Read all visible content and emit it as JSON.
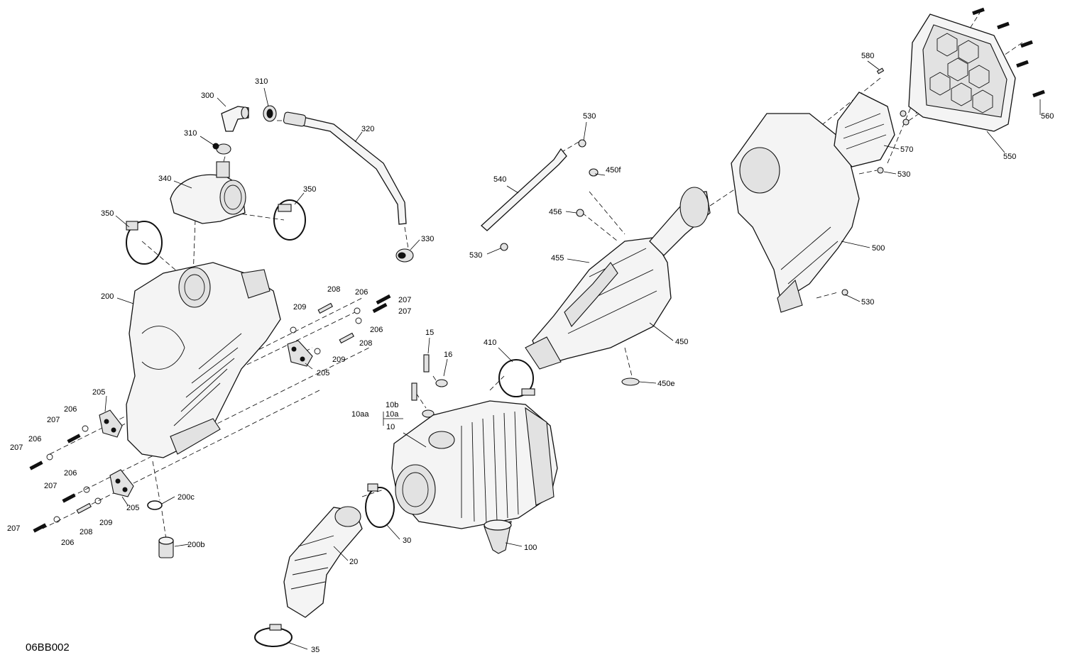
{
  "diagram": {
    "code": "06BB002",
    "labels": {
      "l300": "300",
      "l310a": "310",
      "l310b": "310",
      "l320": "320",
      "l330": "330",
      "l340": "340",
      "l350a": "350",
      "l350b": "350",
      "l200": "200",
      "l200b": "200b",
      "l200c": "200c",
      "l205a": "205",
      "l205b": "205",
      "l205c": "205",
      "l206a": "206",
      "l206b": "206",
      "l206c": "206",
      "l206d": "206",
      "l206e": "206",
      "l206f": "206",
      "l207a": "207",
      "l207b": "207",
      "l207c": "207",
      "l207d": "207",
      "l207e": "207",
      "l207f": "207",
      "l208a": "208",
      "l208b": "208",
      "l208c": "208",
      "l209a": "209",
      "l209b": "209",
      "l209c": "209",
      "l10": "10",
      "l10a": "10a",
      "l10aa": "10aa",
      "l10b": "10b",
      "l15": "15",
      "l16": "16",
      "l20": "20",
      "l30": "30",
      "l35": "35",
      "l100": "100",
      "l410": "410",
      "l450": "450",
      "l450e": "450e",
      "l450f": "450f",
      "l455": "455",
      "l456": "456",
      "l500": "500",
      "l530a": "530",
      "l530b": "530",
      "l530c": "530",
      "l530d": "530",
      "l540": "540",
      "l550": "550",
      "l560": "560",
      "l570": "570",
      "l580": "580"
    }
  }
}
